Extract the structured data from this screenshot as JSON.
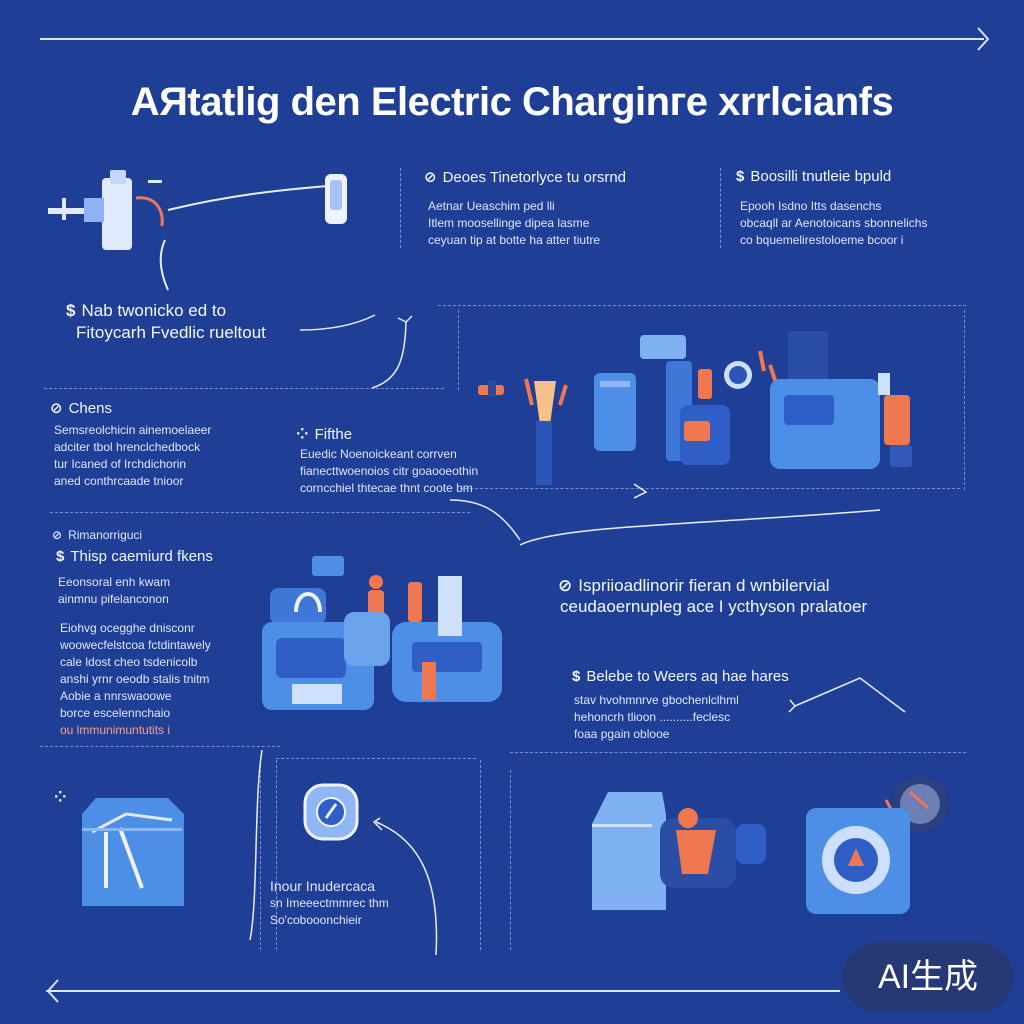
{
  "title": "AЯtatlig den Electric Charginге xrrlcianfs",
  "top_left": {
    "heading": "Nab twonicko ed to",
    "heading2": "Fitoycarh Fvedlic rueltout"
  },
  "top_mid": {
    "heading": "Deoes Tinetorlyce tu orsrnd",
    "lines": [
      "Aetnar Ueaschim ped lli",
      "Itlem moosellinge dipea lasme",
      "ceyuan tip at botte ha atter tiutre"
    ]
  },
  "top_right": {
    "heading": "Boosilli tnutleie bpuld",
    "lines": [
      "Epooh Isdno Itts dasenchs",
      "obcaqll ar Aenotoicans sbonnelichs",
      "co bquemelirestoloeme bcoor i"
    ]
  },
  "left_mid": {
    "heading": "Chens",
    "lines": [
      "Semsreolchicin ainemoelaeer",
      "adciter tbol hrenclchedbock",
      "tur Icaned of Irchdichorin",
      "aned conthrcaade tnioor"
    ]
  },
  "center_mid": {
    "heading": "Fifthe",
    "lines": [
      "Euedic Noenoickeant corrven",
      "fianecttwoenoios citr goaooeothin",
      "corncchiel thtecae thnt coote bm"
    ]
  },
  "left_lower": {
    "label": "Rimanorriguci",
    "heading": "Thisp caemiurd fkens",
    "intro": [
      "Eeonsoral enh kwam",
      "ainmnu pifelanconon"
    ],
    "lines": [
      "Eiohvg ocegghe dnisconr",
      "woowecfelstcoa fctdintawely",
      "cale ldost cheo tsdenicolb",
      "anshi yrnr oeodb stalis tnitm",
      "Aobie a nnrswaoowe",
      "borce escelennchaio",
      "ou lmmunimuntutits i"
    ]
  },
  "right_mid": {
    "heading1": "Ispriioadlinorir fieran d wnbilervial",
    "heading2": "ceudaoernupleg ace I ycthyson pralatoer",
    "sub_heading": "Belebe to Weers aq hae hares",
    "lines": [
      "stav hvohmnrve gbochenlclhml",
      "hehoncrh tlioon ..........feclesc",
      "foaa pgain oblooe"
    ]
  },
  "bottom_mid": {
    "lines": [
      "Inour Inudercaca",
      "sn Imeeectmmrec thm",
      "So'cobooonchieir"
    ]
  },
  "badge": "AI生成",
  "colors": {
    "background": "#1f3f97",
    "accent_orange": "#f07850",
    "device_blue": "#4d8fe6",
    "light_line": "#dbe6ff"
  }
}
